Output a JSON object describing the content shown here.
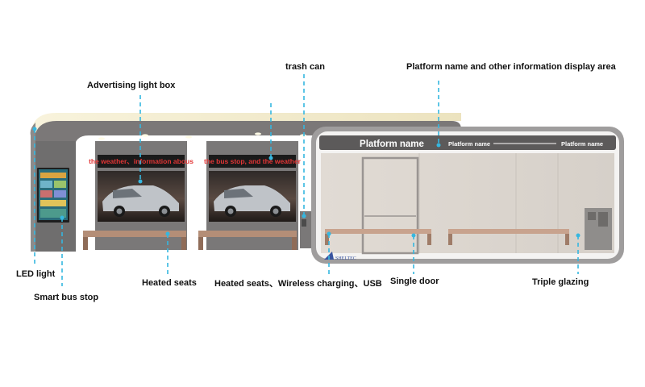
{
  "labels": {
    "advertising_light_box": "Advertising light box",
    "trash_can": "trash can",
    "platform_info_area": "Platform name and other information display area",
    "led_light": "LED light",
    "smart_bus_stop": "Smart bus stop",
    "heated_seats": "Heated seats",
    "heated_seats_wireless": "Heated seats、Wireless charging、USB",
    "single_door": "Single door",
    "triple_glazing": "Triple glazing"
  },
  "panels": {
    "ticker_left": "the weather、information abous",
    "ticker_right": "the bus stop, and the weather",
    "platform_title": "Platform name",
    "platform_sub_left": "Platform name",
    "platform_sub_right": "Platform name",
    "brand_logo": "SHELTEC"
  },
  "colors": {
    "callout_line": "#35b7e0",
    "frame_gray": "#757575",
    "glass": "#ddd8d2",
    "ticker_red": "#e23535",
    "wood": "#b48e77",
    "led_glow": "#f2ecd2"
  }
}
